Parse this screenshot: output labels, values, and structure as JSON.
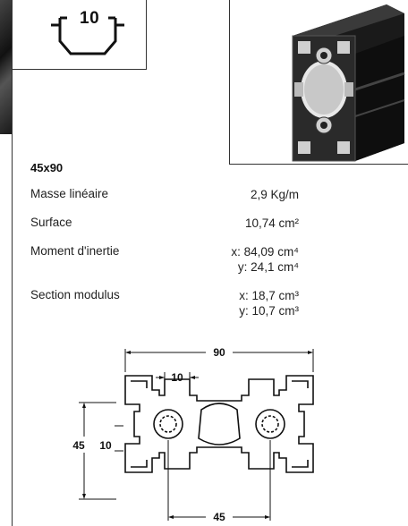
{
  "header": {
    "slot_size": "10"
  },
  "profile": {
    "name": "45x90"
  },
  "specs": [
    {
      "label": "Masse linéaire",
      "value": "2,9 Kg/m"
    },
    {
      "label": "Surface",
      "value": "10,74 cm²"
    },
    {
      "label": "Moment d'inertie",
      "value_x": "x: 84,09 cm⁴",
      "value_y": "y: 24,1 cm⁴"
    },
    {
      "label": "Section modulus",
      "value_x": "x: 18,7 cm³",
      "value_y": "y: 10,7 cm³"
    }
  ],
  "drawing": {
    "width_label": "90",
    "height_label": "45",
    "slot_label_top": "10",
    "slot_label_side": "10",
    "center_label": "45"
  }
}
